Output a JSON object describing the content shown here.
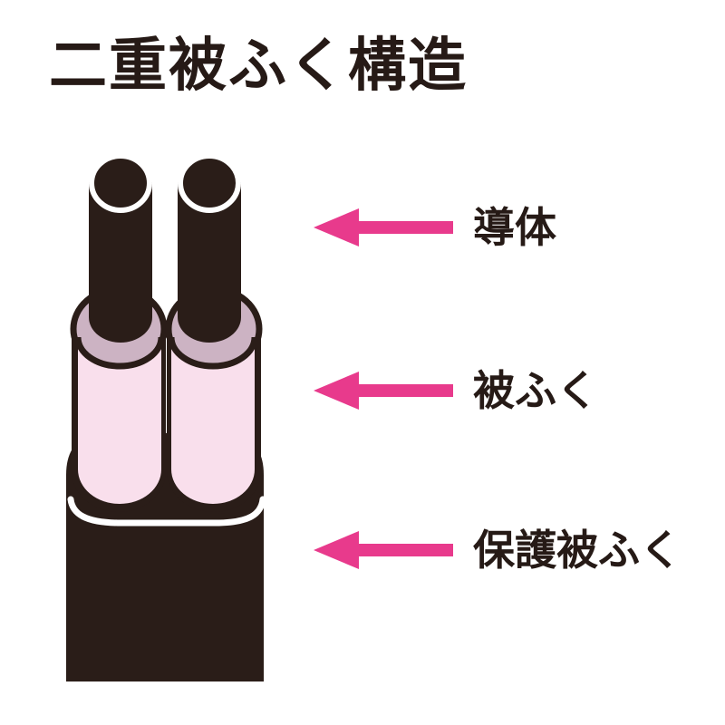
{
  "title": "二重被ふく構造",
  "callouts": [
    {
      "label": "導体"
    },
    {
      "label": "被ふく"
    },
    {
      "label": "保護被ふく"
    }
  ],
  "colors": {
    "ink_black": "#2a1d18",
    "text_black": "#261a16",
    "insulation_pink": "#f9dfec",
    "insulation_rim_mauve": "#ccb3c3",
    "arrow_magenta": "#e83a8c",
    "highlight_white": "#ffffff",
    "background": "#ffffff"
  }
}
